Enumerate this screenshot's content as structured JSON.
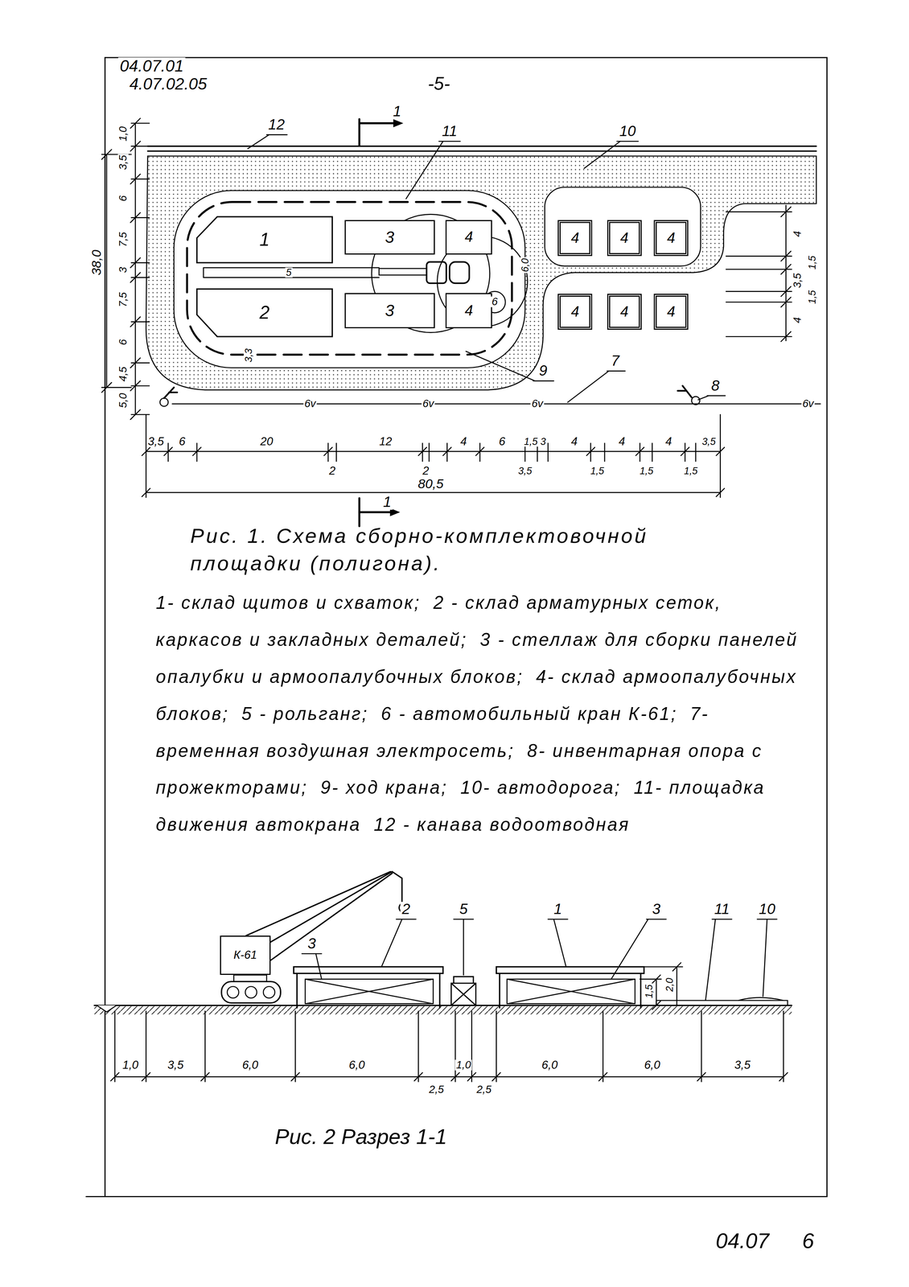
{
  "diagram": {
    "caption": "Рис. 1. Схема сборно-комплектовочной площадки (полигона).",
    "nodes": [
      {
        "text": [
          "1"
        ]
      },
      {
        "text": [
          "3"
        ]
      },
      {
        "text": [
          "4"
        ]
      },
      {
        "text": [
          "2"
        ]
      },
      {
        "text": [
          "3"
        ]
      },
      {
        "text": [
          "4"
        ]
      },
      {
        "text": [
          "4"
        ]
      },
      {
        "text": [
          "4"
        ]
      },
      {
        "text": [
          "4"
        ]
      },
      {
        "text": [
          "4"
        ]
      },
      {
        "text": [
          "4"
        ]
      },
      {
        "text": [
          "4"
        ]
      },
      {
        "text": [
          "К-61"
        ]
      }
    ],
    "labels": [
      "04.07.01",
      "4.07.02.05",
      "-5-",
      "12",
      "1",
      "11",
      "10",
      "1,0",
      "3,5",
      "6",
      "7,5",
      "3",
      "7,5",
      "6",
      "4,5",
      "5,0",
      "38,0",
      "5",
      "3,3",
      "6,0",
      "6",
      "4",
      "1,5",
      "3,5",
      "1,5",
      "4",
      "9",
      "7",
      "8",
      "6v",
      "6v",
      "6v",
      "6v",
      "3,5",
      "6",
      "20",
      "2",
      "12",
      "2",
      "4",
      "6",
      "1,5",
      "3",
      "3,5",
      "4",
      "1,5",
      "4",
      "1,5",
      "4",
      "1,5",
      "3,5",
      "80,5",
      "1",
      "1- склад щитов и схваток;",
      "2 - склад арматурных сеток, каркасов и закладных деталей;",
      "3 - стеллаж для сборки панелей опалубки и армоопалубочных блоков;",
      "4- склад армоопалубочных блоков;",
      "5 - рольганг;",
      "6 - автомобильный кран К-61;",
      "7- временная воздушная электросеть;",
      "8- инвентарная опора с прожекторами;",
      "9- ход крана;",
      "10- автодорога;",
      "11- площадка движения автокрана",
      "12 - канава водоотводная",
      "2",
      "5",
      "1",
      "3",
      "11",
      "10",
      "3",
      "1,5",
      "2,0",
      "1,0",
      "3,5",
      "6,0",
      "6,0",
      "1,0",
      "2,5",
      "2,5",
      "6,0",
      "6,0",
      "3,5",
      "Рис. 2 Разрез 1-1",
      "04.07",
      "6"
    ]
  }
}
